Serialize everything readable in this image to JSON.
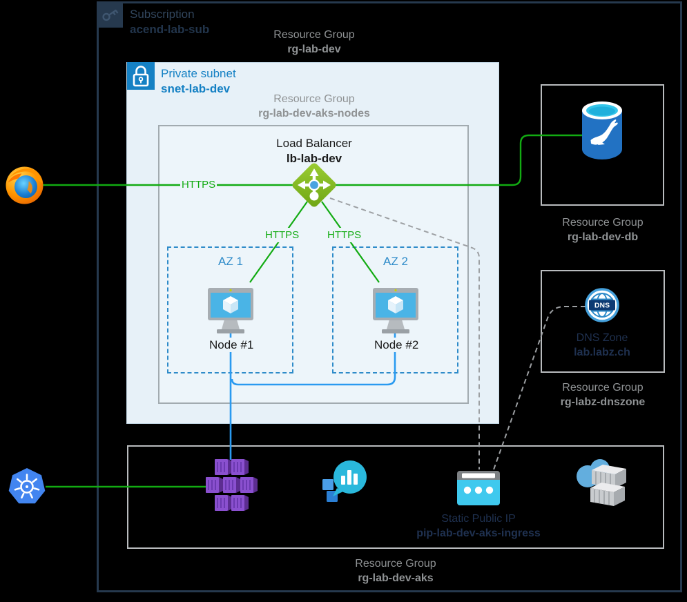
{
  "subscription": {
    "label": "Subscription",
    "name": "acend-lab-sub"
  },
  "subnet": {
    "label": "Private subnet",
    "name": "snet-lab-dev"
  },
  "resource_groups": {
    "dev": {
      "label": "Resource Group",
      "name": "rg-lab-dev"
    },
    "aks_nodes": {
      "label": "Resource Group",
      "name": "rg-lab-dev-aks-nodes"
    },
    "db": {
      "label": "Resource Group",
      "name": "rg-lab-dev-db"
    },
    "dnszone": {
      "label": "Resource Group",
      "name": "rg-labz-dnszone"
    },
    "aks": {
      "label": "Resource Group",
      "name": "rg-lab-dev-aks"
    }
  },
  "load_balancer": {
    "label": "Load Balancer",
    "name": "lb-lab-dev"
  },
  "zones": [
    {
      "label": "AZ 1",
      "node": "Node #1"
    },
    {
      "label": "AZ 2",
      "node": "Node #2"
    }
  ],
  "dns": {
    "label": "DNS Zone",
    "name": "lab.labz.ch",
    "icon_text": "DNS"
  },
  "public_ip": {
    "label": "Static Public IP",
    "name": "pip-lab-dev-aks-ingress"
  },
  "connections": {
    "https_label": "HTTPS"
  },
  "icons": {
    "subscription_key": "subscription-key",
    "lock": "private-subnet-lock",
    "firefox": "firefox-browser",
    "kubernetes": "kubernetes-helm",
    "load_balancer": "azure-load-balancer",
    "vm": "virtual-machine-monitor",
    "database": "mariadb-database-cylinder",
    "dns_globe": "dns-globe",
    "aks_cluster": "aks-purple-cluster",
    "monitoring": "azure-monitor-metrics",
    "public_ip": "public-ip-browser",
    "container_registry": "container-registry-cloud"
  },
  "colors": {
    "connection_green": "#12ab12",
    "connection_blue": "#2a9af0",
    "dashed_gray": "#9da0a3",
    "subnet_bg": "#e7f1f8",
    "inner_bg": "#edf5fa",
    "azure_blue": "#1581c4",
    "az_border_blue": "#2e8bc9",
    "lb_green": "#86bd24",
    "label_gray": "#8f9294",
    "dark_navy": "#26394e"
  }
}
